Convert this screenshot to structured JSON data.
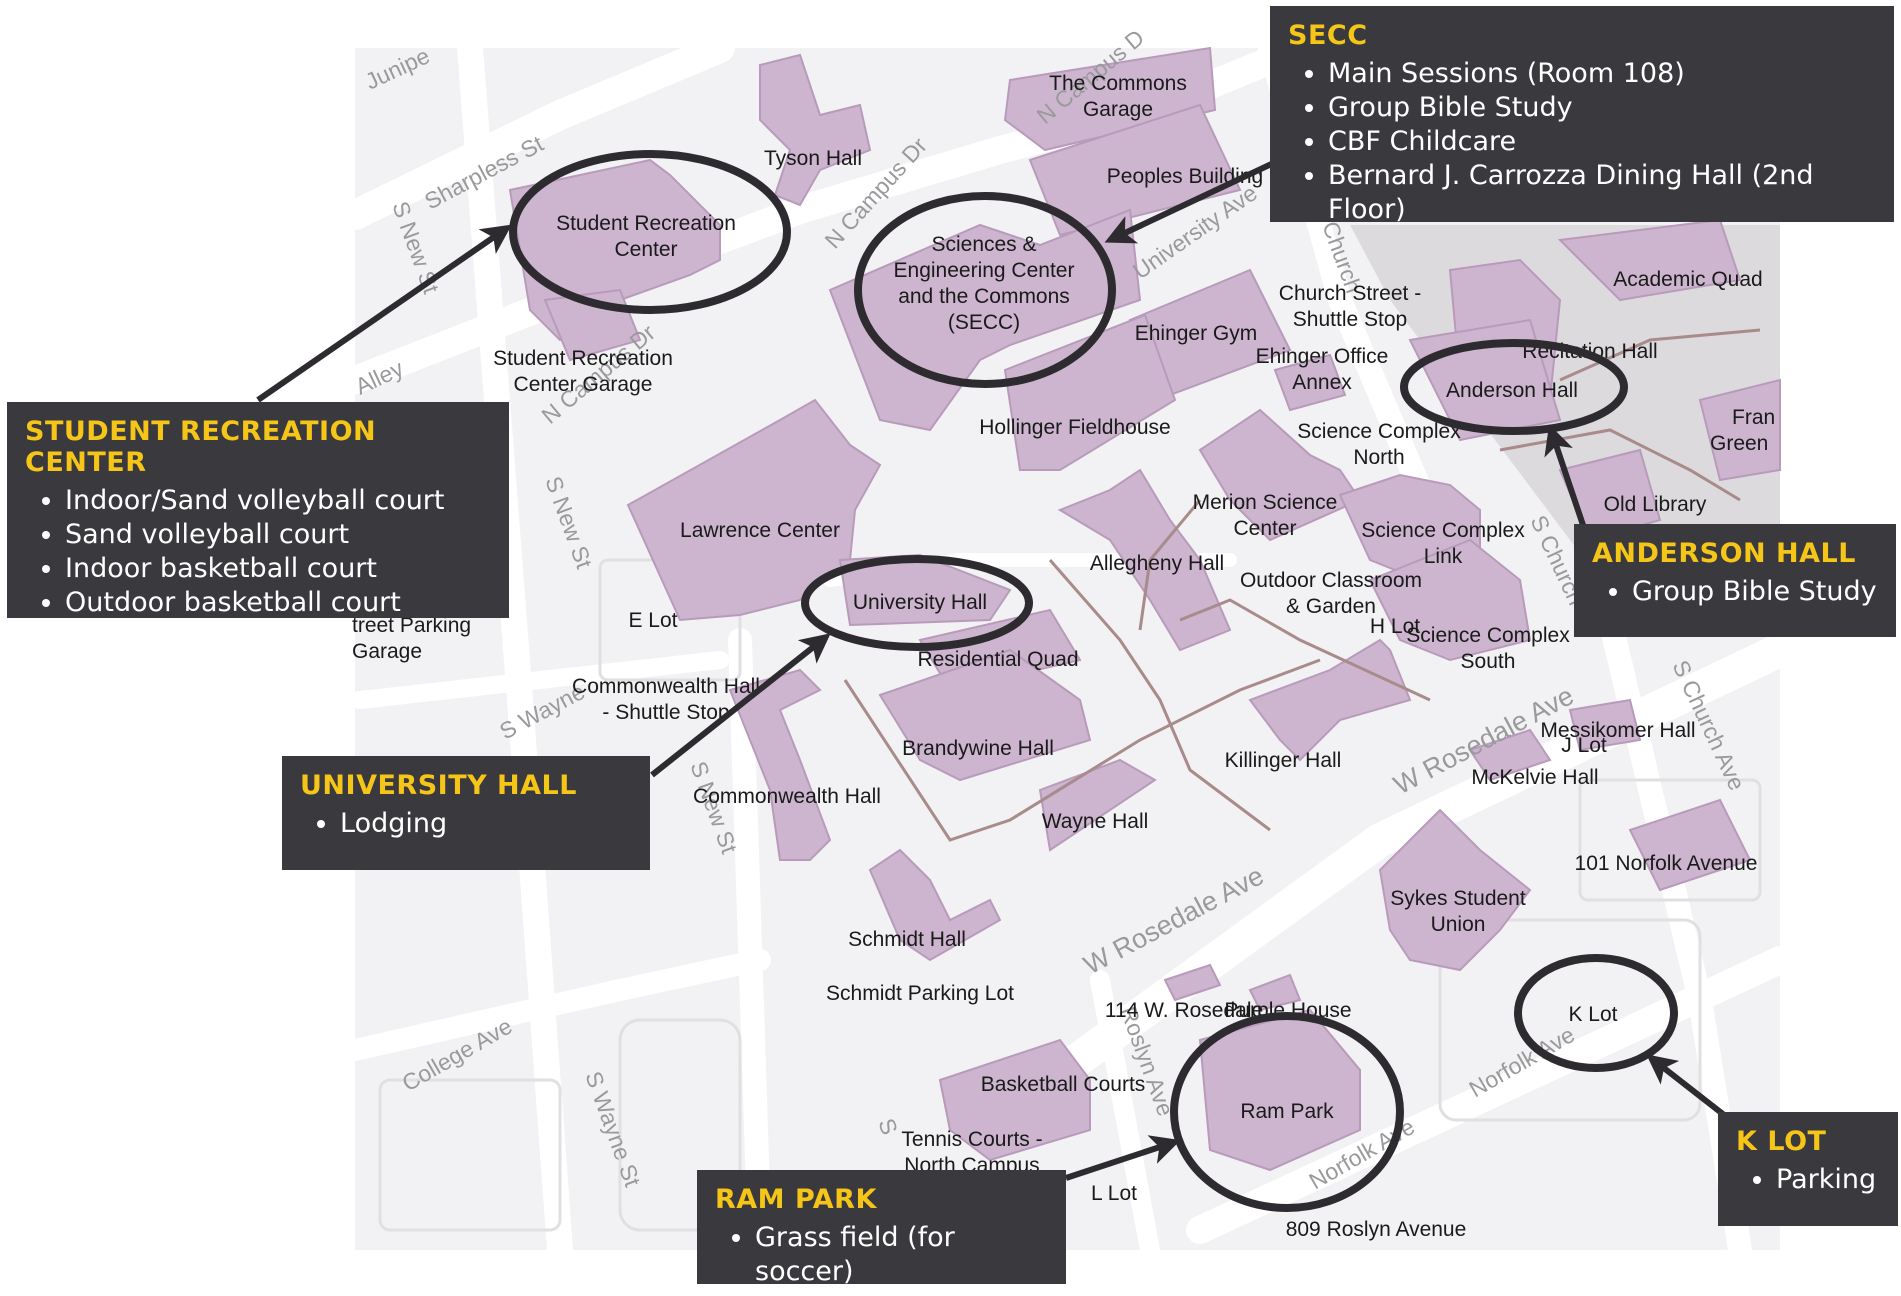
{
  "colors": {
    "map_bg": "#f2f1f3",
    "building": "#cdb4cf",
    "building_edge": "#b89bbb",
    "path": "#a88b8a",
    "road": "#ffffff",
    "callout_bg": "#3a393e",
    "callout_title": "#f5c518",
    "ring": "#2e2b30"
  },
  "street_labels": [
    "Junipe",
    "Sharpless St",
    "S New St",
    "N Campus Dr",
    "N Campus Dr",
    "N Campus D",
    "University Ave",
    "Church",
    "S Church",
    "Alley",
    "S New St",
    "S Wayne",
    "S New St",
    "W Rosedale Ave",
    "W Rosedale Ave",
    "S Church Ave",
    "College Ave",
    "S Wayne St",
    "Roslyn Ave",
    "Norfolk Ave",
    "Norfolk Ave",
    "S"
  ],
  "place_labels": {
    "commons_garage": [
      "The Commons",
      "Garage"
    ],
    "tyson_hall": "Tyson Hall",
    "peoples_building": "Peoples Building",
    "student_rec_center": [
      "Student Recreation",
      "Center"
    ],
    "secc": [
      "Sciences &",
      "Engineering Center",
      "and the Commons",
      "(SECC)"
    ],
    "church_street_shuttle": [
      "Church Street -",
      "Shuttle Stop"
    ],
    "academic_quad": "Academic Quad",
    "ehinger_gym": "Ehinger Gym",
    "ehinger_annex": [
      "Ehinger Office",
      "Annex"
    ],
    "recitation_hall": "Recitation Hall",
    "rec_center_garage": [
      "Student Recreation",
      "Center Garage"
    ],
    "anderson_hall": "Anderson Hall",
    "fran_green": [
      "Fran",
      "Green"
    ],
    "hollinger_fieldhouse": "Hollinger Fieldhouse",
    "science_complex_north": [
      "Science Complex",
      "North"
    ],
    "old_library": "Old Library",
    "merion_science": [
      "Merion Science",
      "Center"
    ],
    "lawrence_center": "Lawrence Center",
    "science_complex_link": [
      "Science Complex",
      "Link"
    ],
    "allegheny_hall": "Allegheny Hall",
    "outdoor_classroom": [
      "Outdoor Classroom",
      "& Garden"
    ],
    "university_hall": "University Hall",
    "e_lot": "E Lot",
    "street_parking_garage": [
      "treet Parking",
      "Garage"
    ],
    "h_lot": "H Lot",
    "science_complex_south": [
      "Science Complex",
      "South"
    ],
    "residential_quad": "Residential Quad",
    "commonwealth_shuttle": [
      "Commonwealth Hall",
      "- Shuttle Stop"
    ],
    "messikomer_hall": "Messikomer Hall",
    "j_lot": "J Lot",
    "brandywine_hall": "Brandywine Hall",
    "killinger_hall": "Killinger Hall",
    "mckelvie_hall": "McKelvie Hall",
    "commonwealth_hall": "Commonwealth Hall",
    "wayne_hall": "Wayne Hall",
    "norfolk_101": "101 Norfolk Avenue",
    "sykes_union": [
      "Sykes Student",
      "Union"
    ],
    "schmidt_hall": "Schmidt Hall",
    "schmidt_lot": "Schmidt Parking Lot",
    "rosedale_114": "114 W. Rosedale",
    "purple_house": "Purple House",
    "k_lot": "K Lot",
    "basketball_courts": "Basketball Courts",
    "ram_park": "Ram Park",
    "tennis_courts": [
      "Tennis Courts -",
      "North Campus"
    ],
    "l_lot": "L Lot",
    "roslyn_809": "809 Roslyn Avenue"
  },
  "callouts": {
    "secc": {
      "title": "SECC",
      "items": [
        "Main Sessions (Room 108)",
        "Group Bible Study",
        "CBF Childcare",
        "Bernard J. Carrozza Dining Hall (2nd Floor)"
      ]
    },
    "student_rec": {
      "title": "STUDENT RECREATION CENTER",
      "items": [
        "Indoor/Sand volleyball court",
        "Sand volleyball court",
        "Indoor basketball court",
        "Outdoor basketball court"
      ]
    },
    "anderson": {
      "title": "ANDERSON HALL",
      "items": [
        "Group Bible Study"
      ]
    },
    "university": {
      "title": "UNIVERSITY HALL",
      "items": [
        "Lodging"
      ]
    },
    "ram_park": {
      "title": "RAM PARK",
      "items": [
        "Grass field (for soccer)"
      ]
    },
    "k_lot": {
      "title": "K LOT",
      "items": [
        "Parking"
      ]
    }
  }
}
